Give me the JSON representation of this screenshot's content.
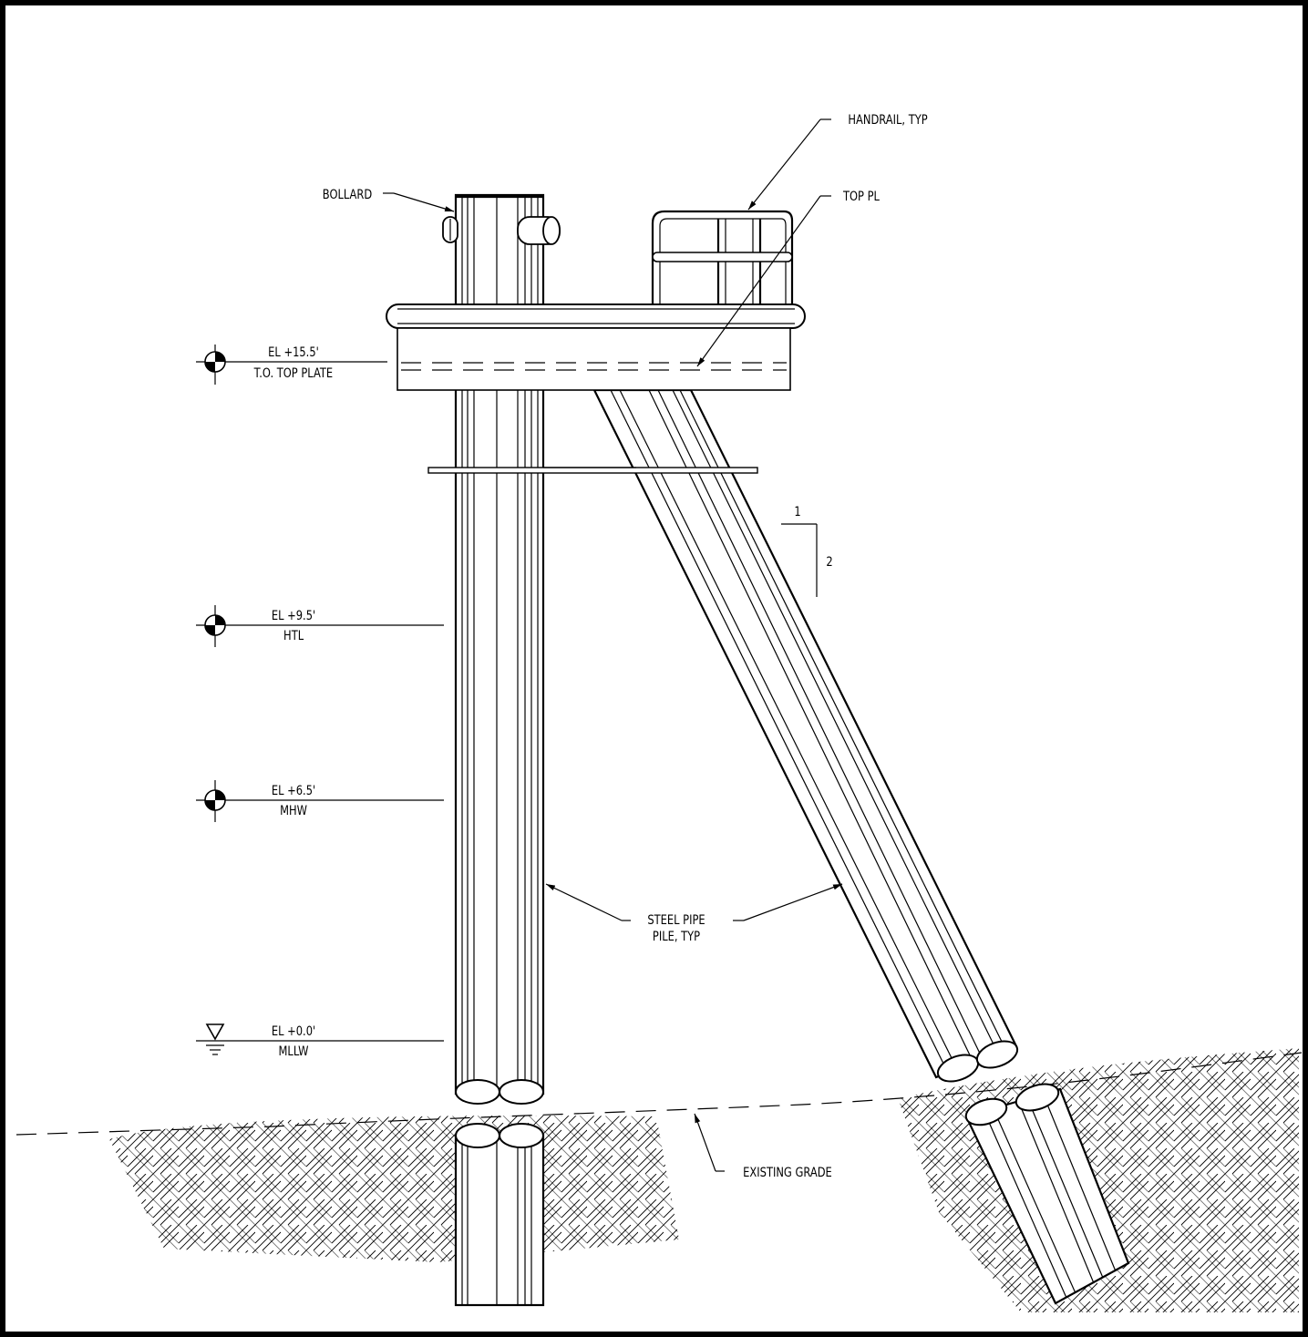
{
  "labels": {
    "handrail": "HANDRAIL, TYP",
    "top_pl": "TOP PL",
    "bollard": "BOLLARD",
    "steel_pipe_line1": "STEEL PIPE",
    "steel_pipe_line2": "PILE, TYP",
    "existing_grade": "EXISTING GRADE"
  },
  "slope": {
    "run": "1",
    "rise": "2"
  },
  "elevations": [
    {
      "value": "EL +15.5'",
      "desc": "T.O. TOP PLATE",
      "symbol": "datum-target"
    },
    {
      "value": "EL +9.5'",
      "desc": "HTL",
      "symbol": "datum-target"
    },
    {
      "value": "EL +6.5'",
      "desc": "MHW",
      "symbol": "datum-target"
    },
    {
      "value": "EL +0.0'",
      "desc": "MLLW",
      "symbol": "water-level-triangle"
    }
  ],
  "colors": {
    "line": "#000000",
    "background": "#ffffff"
  }
}
